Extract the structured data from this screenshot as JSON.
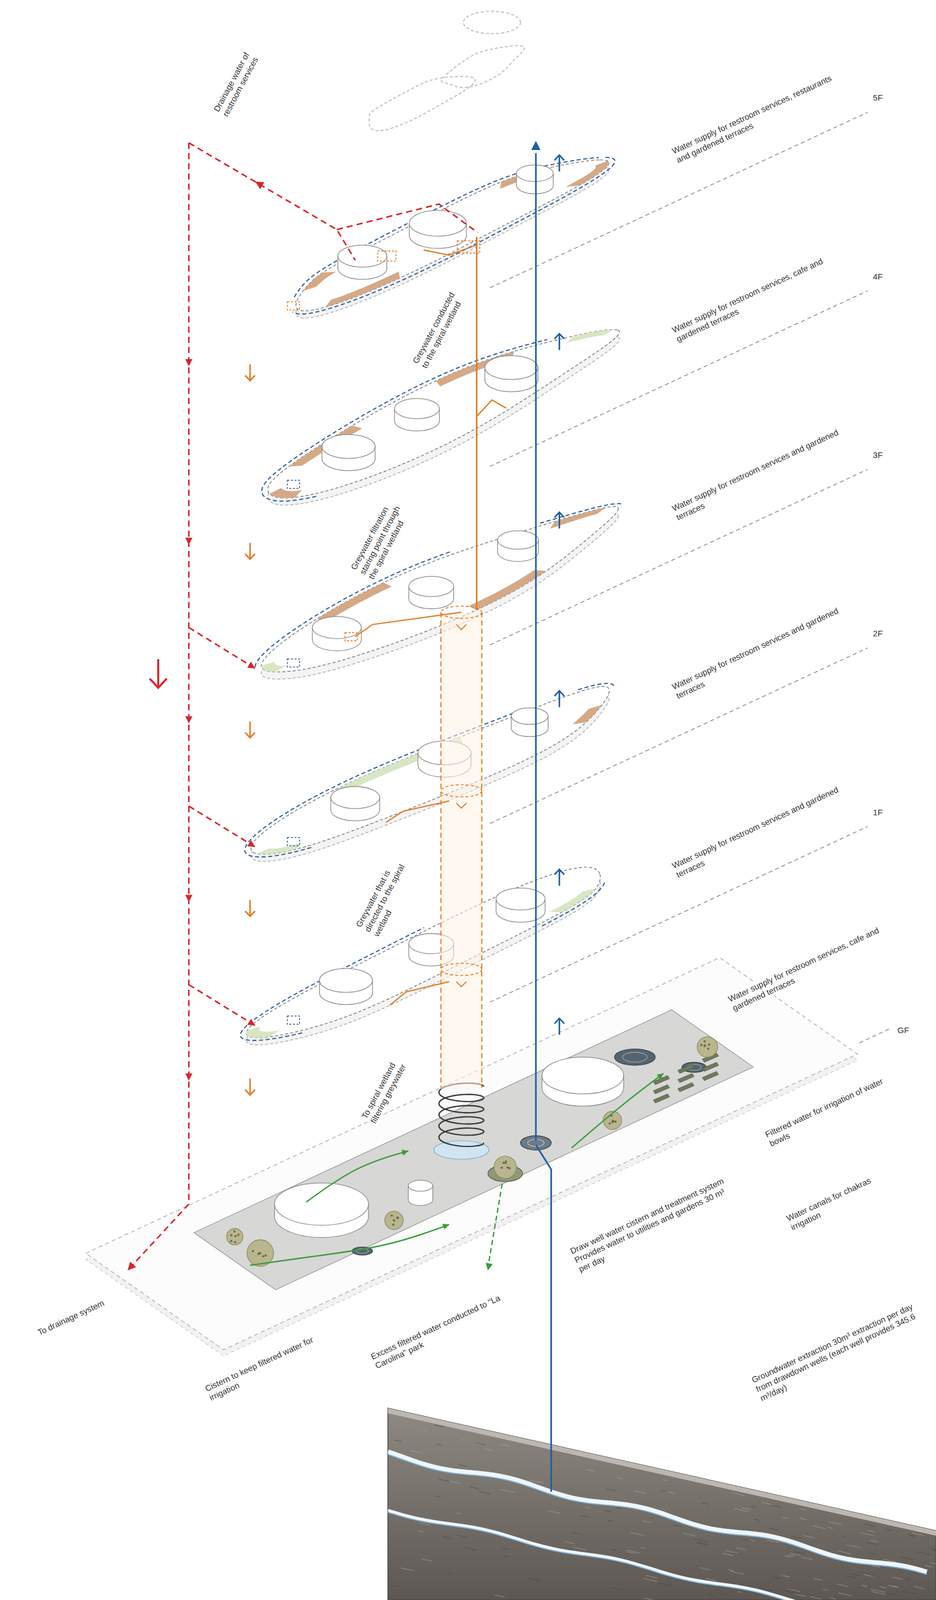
{
  "diagram": {
    "labels": [
      "Drainage water of restroom services",
      "Water supply for restroom services, restaurants and gardened terraces",
      "5F",
      "Water supply for restroom services, cafe and gardened terraces",
      "Greywater conducted to the spiral wetland",
      "4F",
      "Water supply for restroom services and gardened terraces",
      "3F",
      "Greywater filtration staring point through the spiral wetland",
      "Water supply for restroom services and gardened terraces",
      "2F",
      "Water supply for restroom services and gardened terraces",
      "1F",
      "Greywater that is directed to the spiral wetland",
      "Water supply for restroom services, cafe and gardened terraces",
      "To spiral wetland filtering greywater",
      "Filtered water for irrigation of water bowls",
      "Water canals for chakras irrigation",
      "GF",
      "Draw well water cistern and treatment system Provides water to utilities and gardens 30 m³ per day",
      "Cistern to keep filtered water for irrigation",
      "Excess filtered water conducted to \"La Carolina\" park",
      "To drainage system",
      "Groundwater extraction 30m³ extraction per day from drawdown wells (each well provides 345.6 m³/day)"
    ]
  }
}
